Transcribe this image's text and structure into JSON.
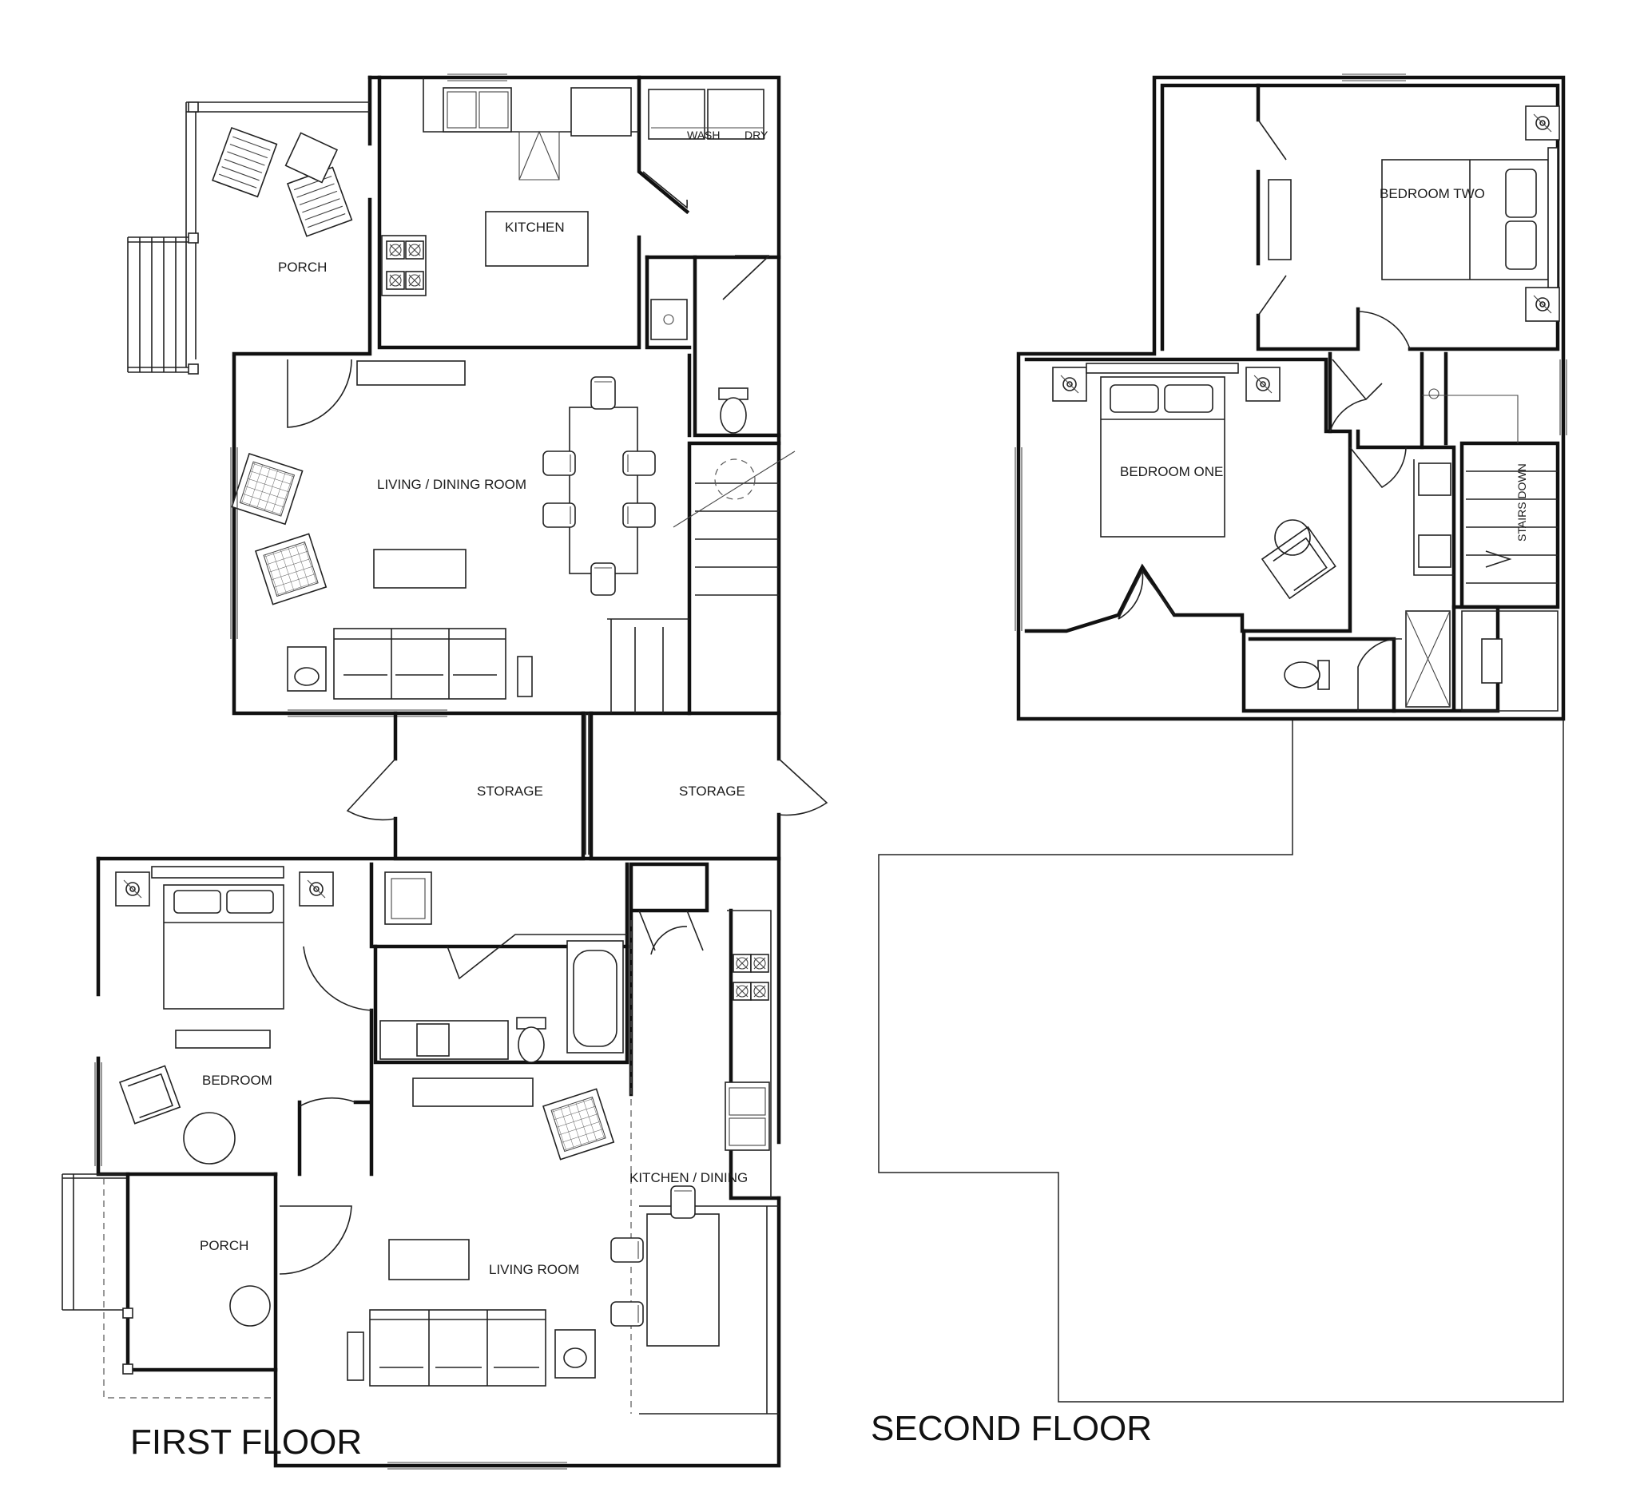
{
  "first_floor": {
    "title": "FIRST FLOOR",
    "rooms": {
      "porch_top": "PORCH",
      "kitchen": "KITCHEN",
      "wash": "WASH",
      "dry": "DRY",
      "living_dining": "LIVING / DINING ROOM",
      "storage_left": "STORAGE",
      "storage_right": "STORAGE",
      "bedroom": "BEDROOM",
      "porch_bottom": "PORCH",
      "kitchen_dining": "KITCHEN / DINING",
      "living_room": "LIVING ROOM"
    }
  },
  "second_floor": {
    "title": "SECOND FLOOR",
    "rooms": {
      "bedroom_two": "BEDROOM TWO",
      "bedroom_one": "BEDROOM ONE",
      "stairs": "STAIRS DOWN"
    }
  }
}
